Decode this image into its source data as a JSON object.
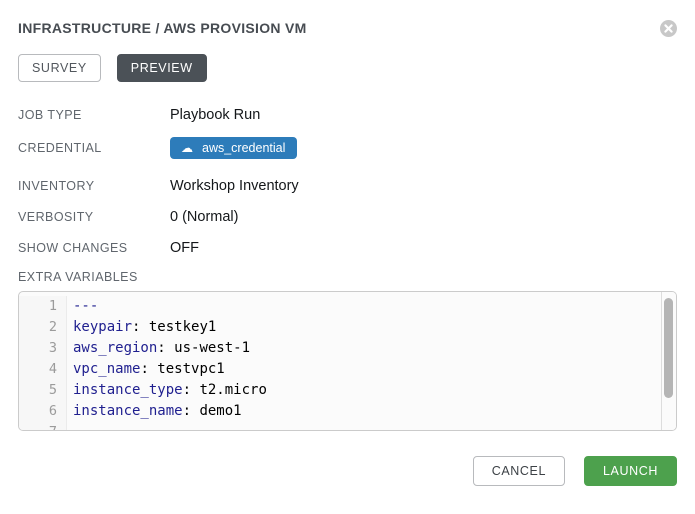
{
  "header": {
    "title": "INFRASTRUCTURE / AWS PROVISION VM"
  },
  "tabs": [
    {
      "label": "SURVEY",
      "active": false
    },
    {
      "label": "PREVIEW",
      "active": true
    }
  ],
  "details": {
    "rows": [
      {
        "label": "JOB TYPE",
        "value": "Playbook Run"
      },
      {
        "label": "CREDENTIAL",
        "value": "aws_credential"
      },
      {
        "label": "INVENTORY",
        "value": "Workshop Inventory"
      },
      {
        "label": "VERBOSITY",
        "value": "0 (Normal)"
      },
      {
        "label": "SHOW CHANGES",
        "value": "OFF"
      }
    ],
    "credential_icon": "cloud-icon"
  },
  "extra_variables": {
    "label": "EXTRA VARIABLES",
    "lines": [
      {
        "n": "1",
        "key": "---",
        "value": ""
      },
      {
        "n": "2",
        "key": "keypair",
        "value": "testkey1"
      },
      {
        "n": "3",
        "key": "aws_region",
        "value": "us-west-1"
      },
      {
        "n": "4",
        "key": "vpc_name",
        "value": "testvpc1"
      },
      {
        "n": "5",
        "key": "instance_type",
        "value": "t2.micro"
      },
      {
        "n": "6",
        "key": "instance_name",
        "value": "demo1"
      },
      {
        "n": "7",
        "key": "",
        "value": ""
      }
    ]
  },
  "footer": {
    "cancel_label": "CANCEL",
    "launch_label": "LAUNCH"
  },
  "colors": {
    "accent_blue": "#2d7cba",
    "launch_green": "#4da14d",
    "tab_active_bg": "#4b5157",
    "editor_key_blue": "#1f1f8f",
    "close_icon_gray": "#c8c8c8"
  }
}
